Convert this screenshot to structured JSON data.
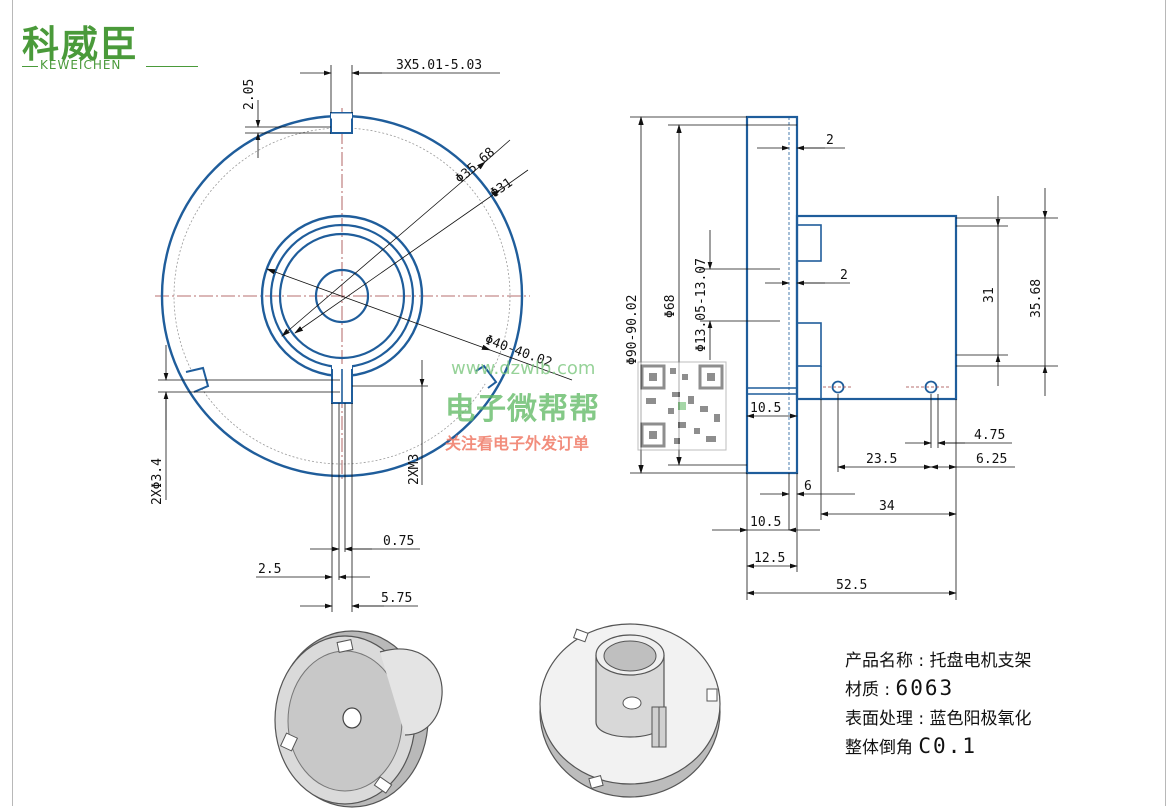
{
  "logo": {
    "main": "科威臣",
    "sub": "KEWEICHEN"
  },
  "watermark": {
    "url": "www.dzwlb.com",
    "name": "电子微帮帮",
    "slogan": "关注看电子外发订单"
  },
  "front_view": {
    "dim_slots": "3X5.01-5.03",
    "dim_slot_depth": "2.05",
    "dim_d35": "Φ35.68",
    "dim_d31": "Φ31",
    "dim_d40": "Φ40-40.02",
    "dim_holes": "2XΦ3.4",
    "dim_thread": "2XM3",
    "dim_075": "0.75",
    "dim_25": "2.5",
    "dim_575": "5.75"
  },
  "side_view": {
    "dim_d90": "Φ90-90.02",
    "dim_d68": "Φ68",
    "dim_d13": "Φ13.05-13.07",
    "dim_2a": "2",
    "dim_2b": "2",
    "dim_31": "31",
    "dim_3568": "35.68",
    "dim_105a": "10.5",
    "dim_475": "4.75",
    "dim_235": "23.5",
    "dim_625": "6.25",
    "dim_6": "6",
    "dim_34": "34",
    "dim_105b": "10.5",
    "dim_125": "12.5",
    "dim_525": "52.5"
  },
  "properties": [
    {
      "label": "产品名称",
      "sep": ":",
      "value": "托盘电机支架"
    },
    {
      "label": "材质",
      "sep": ":",
      "value": "6063"
    },
    {
      "label": "表面处理",
      "sep": ":",
      "value": "蓝色阳极氧化"
    },
    {
      "label": "整体倒角",
      "sep": "",
      "value": "C0.1"
    }
  ],
  "colors": {
    "outline": "#1f5d9b",
    "dimension": "#111111",
    "center_line": "#a04040",
    "logo": "#4a9a3a"
  }
}
